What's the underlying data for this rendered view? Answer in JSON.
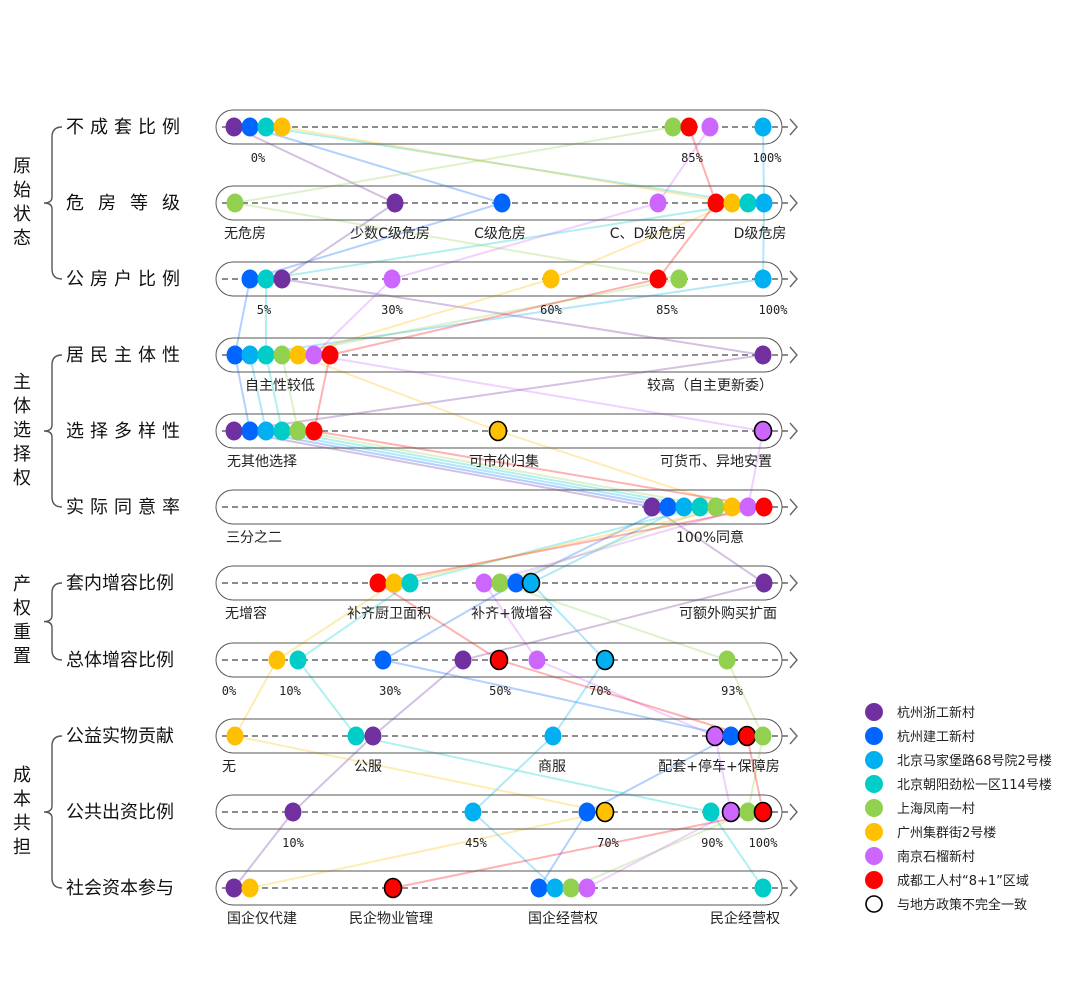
{
  "colors": [
    "#7030a0",
    "#0066ff",
    "#00b0f0",
    "#00ccc8",
    "#92d050",
    "#ffc000",
    "#cc66ff",
    "#ff0000"
  ],
  "legend": {
    "items": [
      "杭州浙工新村",
      "杭州建工新村",
      "北京马家堡路68号院2号楼",
      "北京朝阳劲松一区114号楼",
      "上海凤南一村",
      "广州集群街2号楼",
      "南京石榴新村",
      "成都工人村“8+1”区域"
    ],
    "outline_label": "与地方政策不完全一致"
  },
  "groups": [
    "原始状态",
    "主体选择权",
    "产权重置",
    "成本共担"
  ],
  "rows": [
    {
      "name": "不成套比例",
      "ticks": [
        "0%",
        "85%",
        "100%"
      ],
      "pct": true,
      "dots": [
        {
          "c": 0
        },
        {
          "c": 1
        },
        {
          "c": 3
        },
        {
          "c": 5
        },
        {
          "c": 4
        },
        {
          "c": 7
        },
        {
          "c": 6
        },
        {
          "c": 2
        }
      ]
    },
    {
      "name": "危房等级",
      "ticks": [
        "无危房",
        "少数C级危房",
        "C级危房",
        "C、D级危房",
        "D级危房"
      ],
      "dots": [
        {
          "c": 4
        },
        {
          "c": 0
        },
        {
          "c": 1
        },
        {
          "c": 6
        },
        {
          "c": 7
        },
        {
          "c": 5
        },
        {
          "c": 3
        },
        {
          "c": 2
        }
      ]
    },
    {
      "name": "公房户比例",
      "ticks": [
        "5%",
        "30%",
        "60%",
        "85%",
        "100%"
      ],
      "pct": true,
      "dots": [
        {
          "c": 1
        },
        {
          "c": 3
        },
        {
          "c": 0
        },
        {
          "c": 6
        },
        {
          "c": 5
        },
        {
          "c": 7
        },
        {
          "c": 4
        },
        {
          "c": 2
        }
      ]
    },
    {
      "name": "居民主体性",
      "ticks": [
        "自主性较低",
        "较高（自主更新委）"
      ],
      "dots": [
        {
          "c": 1
        },
        {
          "c": 2
        },
        {
          "c": 3
        },
        {
          "c": 4
        },
        {
          "c": 5
        },
        {
          "c": 6
        },
        {
          "c": 7
        },
        {
          "c": 0
        }
      ]
    },
    {
      "name": "选择多样性",
      "ticks": [
        "无其他选择",
        "可市价归集",
        "可货币、异地安置"
      ],
      "dots": [
        {
          "c": 0
        },
        {
          "c": 1
        },
        {
          "c": 2
        },
        {
          "c": 3
        },
        {
          "c": 4
        },
        {
          "c": 7
        },
        {
          "c": 5,
          "o": true
        },
        {
          "c": 6,
          "o": true
        }
      ]
    },
    {
      "name": "实际同意率",
      "ticks": [
        "三分之二",
        "100%同意"
      ],
      "dots": [
        {
          "c": 0
        },
        {
          "c": 1
        },
        {
          "c": 2
        },
        {
          "c": 3
        },
        {
          "c": 4
        },
        {
          "c": 5
        },
        {
          "c": 6
        },
        {
          "c": 7
        }
      ]
    },
    {
      "name": "套内增容比例",
      "ticks": [
        "无增容",
        "补齐厨卫面积",
        "补齐+微增容",
        "可额外购买扩面"
      ],
      "dots": [
        {
          "c": 7
        },
        {
          "c": 5
        },
        {
          "c": 3
        },
        {
          "c": 6
        },
        {
          "c": 4
        },
        {
          "c": 1
        },
        {
          "c": 2,
          "o": true
        },
        {
          "c": 0
        }
      ]
    },
    {
      "name": "总体增容比例",
      "ticks": [
        "0%",
        "10%",
        "30%",
        "50%",
        "70%",
        "93%"
      ],
      "pct": true,
      "dots": [
        {
          "c": 5
        },
        {
          "c": 3
        },
        {
          "c": 1
        },
        {
          "c": 0
        },
        {
          "c": 7,
          "o": true
        },
        {
          "c": 6
        },
        {
          "c": 2,
          "o": true
        },
        {
          "c": 4
        }
      ]
    },
    {
      "name": "公益实物贡献",
      "ticks": [
        "无",
        "公服",
        "商服",
        "配套+停车+保障房"
      ],
      "dots": [
        {
          "c": 5
        },
        {
          "c": 3
        },
        {
          "c": 0
        },
        {
          "c": 2
        },
        {
          "c": 6,
          "o": true
        },
        {
          "c": 1
        },
        {
          "c": 7,
          "o": true
        },
        {
          "c": 4
        }
      ]
    },
    {
      "name": "公共出资比例",
      "ticks": [
        "10%",
        "45%",
        "70%",
        "90%",
        "100%"
      ],
      "pct": true,
      "dots": [
        {
          "c": 0
        },
        {
          "c": 2
        },
        {
          "c": 1
        },
        {
          "c": 5,
          "o": true
        },
        {
          "c": 3
        },
        {
          "c": 6,
          "o": true
        },
        {
          "c": 4
        },
        {
          "c": 7,
          "o": true
        }
      ]
    },
    {
      "name": "社会资本参与",
      "ticks": [
        "国企仅代建",
        "民企物业管理",
        "国企经营权",
        "民企经营权"
      ],
      "dots": [
        {
          "c": 0
        },
        {
          "c": 5
        },
        {
          "c": 7,
          "o": true
        },
        {
          "c": 1
        },
        {
          "c": 2
        },
        {
          "c": 4
        },
        {
          "c": 6
        },
        {
          "c": 3
        }
      ]
    }
  ]
}
